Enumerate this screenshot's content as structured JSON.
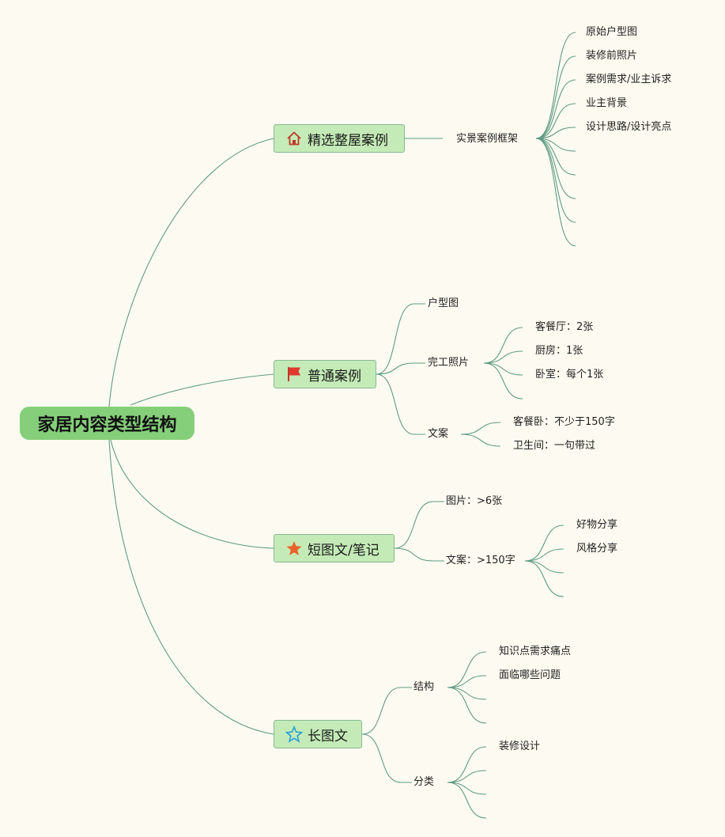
{
  "root": "家居内容类型结构",
  "branches": [
    {
      "label": "精选整屋案例",
      "icon": "house-icon",
      "sub": "实景案例框架",
      "items": [
        "原始户型图",
        "装修前照片",
        "案例需求/业主诉求",
        "业主背景",
        "设计思路/设计亮点"
      ]
    },
    {
      "label": "普通案例",
      "icon": "flag-icon",
      "subs": [
        {
          "label": "户型图"
        },
        {
          "label": "完工照片",
          "items": [
            "客餐厅：2张",
            "厨房：1张",
            "卧室：每个1张"
          ]
        },
        {
          "label": "文案",
          "items": [
            "客餐卧：不少于150字",
            "卫生间：一句带过"
          ]
        }
      ]
    },
    {
      "label": "短图文/笔记",
      "icon": "star-icon",
      "subs": [
        {
          "label": "图片：>6张"
        },
        {
          "label": "文案：>150字",
          "items": [
            "好物分享",
            "风格分享"
          ]
        }
      ]
    },
    {
      "label": "长图文",
      "icon": "star-outline-icon",
      "subs": [
        {
          "label": "结构",
          "items": [
            "知识点需求痛点",
            "面临哪些问题"
          ]
        },
        {
          "label": "分类",
          "items": [
            "装修设计"
          ]
        }
      ]
    }
  ],
  "colors": {
    "root": "#86cf7a",
    "branch": "#c4ebb7",
    "link": "#5f9b84"
  }
}
